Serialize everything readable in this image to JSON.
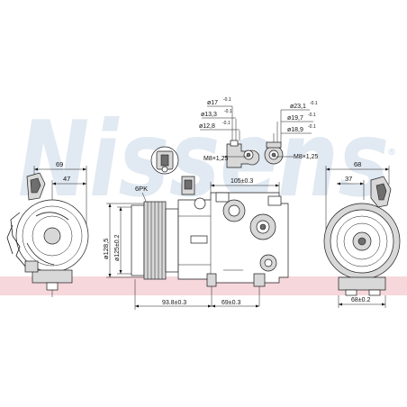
{
  "watermark": {
    "brand": "Nissens",
    "registered": "®",
    "band_color": "#f6d7dc",
    "text_color": "#c9d8e8"
  },
  "left_view": {
    "width_top": "69",
    "width_inner": "47"
  },
  "front_view": {
    "belt": "6PK",
    "diameter_large": "ø128,5",
    "diameter_small": "ø125±0.2",
    "length_mount": "105±0.3",
    "length_bottom_a": "93.8±0.3",
    "length_bottom_b": "69±0.3"
  },
  "fittings": {
    "left": {
      "d1": "ø17",
      "tol1": "-0.1",
      "d2": "ø13,3",
      "tol2": "-0.1",
      "d3": "ø12,8",
      "tol3": "-0.1",
      "thread": "M8×1,25"
    },
    "right": {
      "d1": "ø23,1",
      "tol1": "-0.1",
      "d2": "ø19,7",
      "tol2": "-0.1",
      "d3": "ø18,9",
      "tol3": "-0.1",
      "thread": "M8×1,25"
    }
  },
  "right_view": {
    "width_top": "68",
    "width_inner": "37",
    "width_bottom": "68±0.2"
  }
}
